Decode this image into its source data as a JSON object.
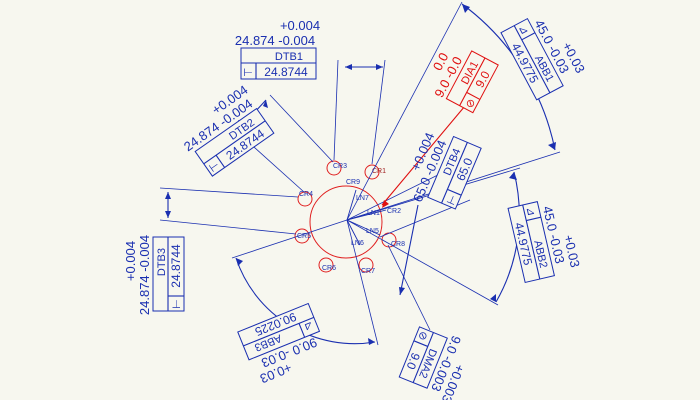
{
  "colors": {
    "background": "#f7f7ef",
    "dimension": "#1a2fb0",
    "feature": "#e02020",
    "highlight": "#e01010"
  },
  "features": {
    "circles": [
      "CR1",
      "CR3",
      "CR4",
      "CR5",
      "CR6",
      "CR7",
      "CR8",
      "CR9"
    ],
    "lines": [
      "LN1",
      "LN5",
      "LN6",
      "LN7"
    ],
    "cr2": "CR2"
  },
  "dim_top": {
    "tol_plus": "+0.004",
    "value_tol": "24.874 -0.004",
    "name": "DTB1",
    "symbol": "⊢",
    "actual": "24.8744"
  },
  "dim_left_upper": {
    "tol_plus": "+0.004",
    "value_tol": "24.874 -0.004",
    "name": "DTB2",
    "symbol": "⊢",
    "actual": "24.8744"
  },
  "dim_left_lower": {
    "tol_plus": "+0.004",
    "value_tol": "24.874 -0.004",
    "name": "DTB3",
    "symbol": "⊢",
    "actual": "24.8744"
  },
  "dim_center": {
    "tol_plus": "+0.004",
    "value_tol": "65.0 -0.004",
    "name": "DTB4",
    "symbol": "⊢",
    "actual": "65.0"
  },
  "dim_diameter": {
    "tol_plus": "0.0",
    "value_tol": "9.0 -0.0",
    "name": "DIA1",
    "symbol": "⊘",
    "actual": "9.0"
  },
  "angle_top": {
    "tol_plus": "+0.03",
    "value_tol": "45.0 -0.03",
    "name": "ABB1",
    "symbol": "⊿",
    "actual": "44.9775"
  },
  "angle_right": {
    "tol_plus": "+0.03",
    "value_tol": "45.0 -0.03",
    "name": "ABB2",
    "symbol": "⊿",
    "actual": "44.9775"
  },
  "angle_bottom": {
    "tol_plus": "+0.03",
    "value_tol": "90.0 -0.03",
    "name": "ABB3",
    "symbol": "⊿",
    "actual": "90.0225"
  },
  "dist_bottom": {
    "tol_plus": "+0.003",
    "value_tol": "9.0 -0.003",
    "name": "DMA2",
    "symbol": "⊘",
    "actual": "9.0"
  }
}
